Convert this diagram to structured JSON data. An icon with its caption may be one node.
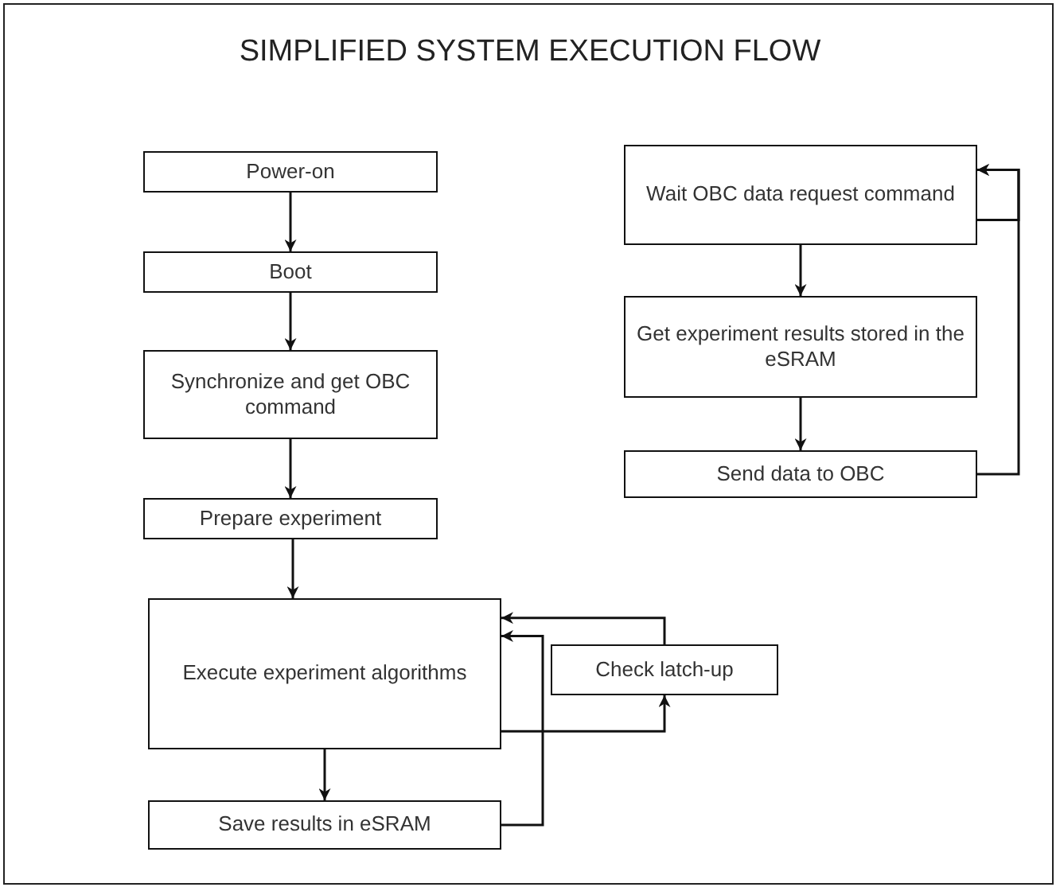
{
  "diagram": {
    "title": "SIMPLIFIED SYSTEM EXECUTION FLOW",
    "nodes": [
      {
        "text": [
          "Power-on"
        ]
      },
      {
        "text": [
          "Boot"
        ]
      },
      {
        "text": [
          "Synchronize and get OBC command"
        ]
      },
      {
        "text": [
          "Prepare experiment"
        ]
      },
      {
        "text": [
          "Execute experiment algorithms"
        ]
      },
      {
        "text": [
          "Check latch-up"
        ]
      },
      {
        "text": [
          "Save results in eSRAM"
        ]
      },
      {
        "text": [
          "Wait OBC data request command"
        ]
      },
      {
        "text": [
          "Get experiment results stored in the eSRAM"
        ]
      },
      {
        "text": [
          "Send data to OBC"
        ]
      }
    ],
    "edges": [
      {
        "from": 0,
        "to": 1,
        "arrow": "to"
      },
      {
        "from": 1,
        "to": 2,
        "arrow": "to"
      },
      {
        "from": 2,
        "to": 3,
        "arrow": "to"
      },
      {
        "from": 3,
        "to": 4,
        "arrow": "to"
      },
      {
        "from": 4,
        "to": 5,
        "arrow": "to"
      },
      {
        "from": 5,
        "to": 4,
        "arrow": "to"
      },
      {
        "from": 4,
        "to": 6,
        "arrow": "to"
      },
      {
        "from": 6,
        "to": 4,
        "arrow": "to"
      },
      {
        "from": 7,
        "to": 8,
        "arrow": "to"
      },
      {
        "from": 8,
        "to": 9,
        "arrow": "to"
      },
      {
        "from": 9,
        "to": 7,
        "arrow": "to"
      },
      {
        "from": 7,
        "to": 7,
        "arrow": "to"
      }
    ]
  }
}
